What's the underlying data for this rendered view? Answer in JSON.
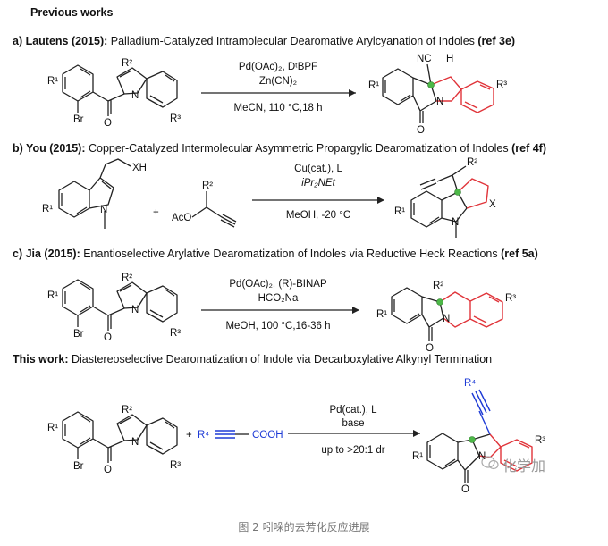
{
  "title": "Previous works",
  "rows": [
    {
      "lead": "a) Lautens (2015):",
      "text": " Palladium-Catalyzed Intramolecular Dearomative Arylcyanation of Indoles ",
      "ref": "(ref 3e)",
      "conditions": [
        "Pd(OAc)₂, DᵗBPF",
        "Zn(CN)₂",
        "MeCN, 110 °C,18 h"
      ]
    },
    {
      "lead": "b) You (2015):",
      "text": " Copper-Catalyzed Intermolecular Asymmetric Propargylic Dearomatization of Indoles ",
      "ref": "(ref 4f)",
      "conditions": [
        "Cu(cat.), L",
        "iPr₂NEt",
        "MeOH, -20 °C"
      ]
    },
    {
      "lead": "c) Jia (2015):",
      "text": " Enantioselective Arylative Dearomatization of Indoles via Reductive Heck Reactions ",
      "ref": "(ref 5a)",
      "conditions": [
        "Pd(OAc)₂, (R)-BINAP",
        "HCO₂Na",
        "MeOH, 100 °C,16-36 h"
      ]
    },
    {
      "lead": "This work:",
      "text": " Diastereoselective Dearomatization of Indole via Decarboxylative Alkynyl Termination",
      "ref": "",
      "conditions": [
        "Pd(cat.), L",
        "base",
        "up to >20:1 dr"
      ]
    }
  ],
  "atoms": {
    "r1": "R¹",
    "r2": "R²",
    "r3": "R³",
    "r4": "R⁴",
    "br": "Br",
    "o": "O",
    "n": "N",
    "h": "H",
    "nc": "NC",
    "xh": "XH",
    "x": "X",
    "aco": "AcO",
    "cooh": "COOH",
    "plus": "+"
  },
  "caption": "图 2 吲哚的去芳化反应进展",
  "watermark": "化学加",
  "colors": {
    "highlight": "#e0343a",
    "alkyne": "#1e3bd6",
    "stereocenter": "#4db848"
  }
}
